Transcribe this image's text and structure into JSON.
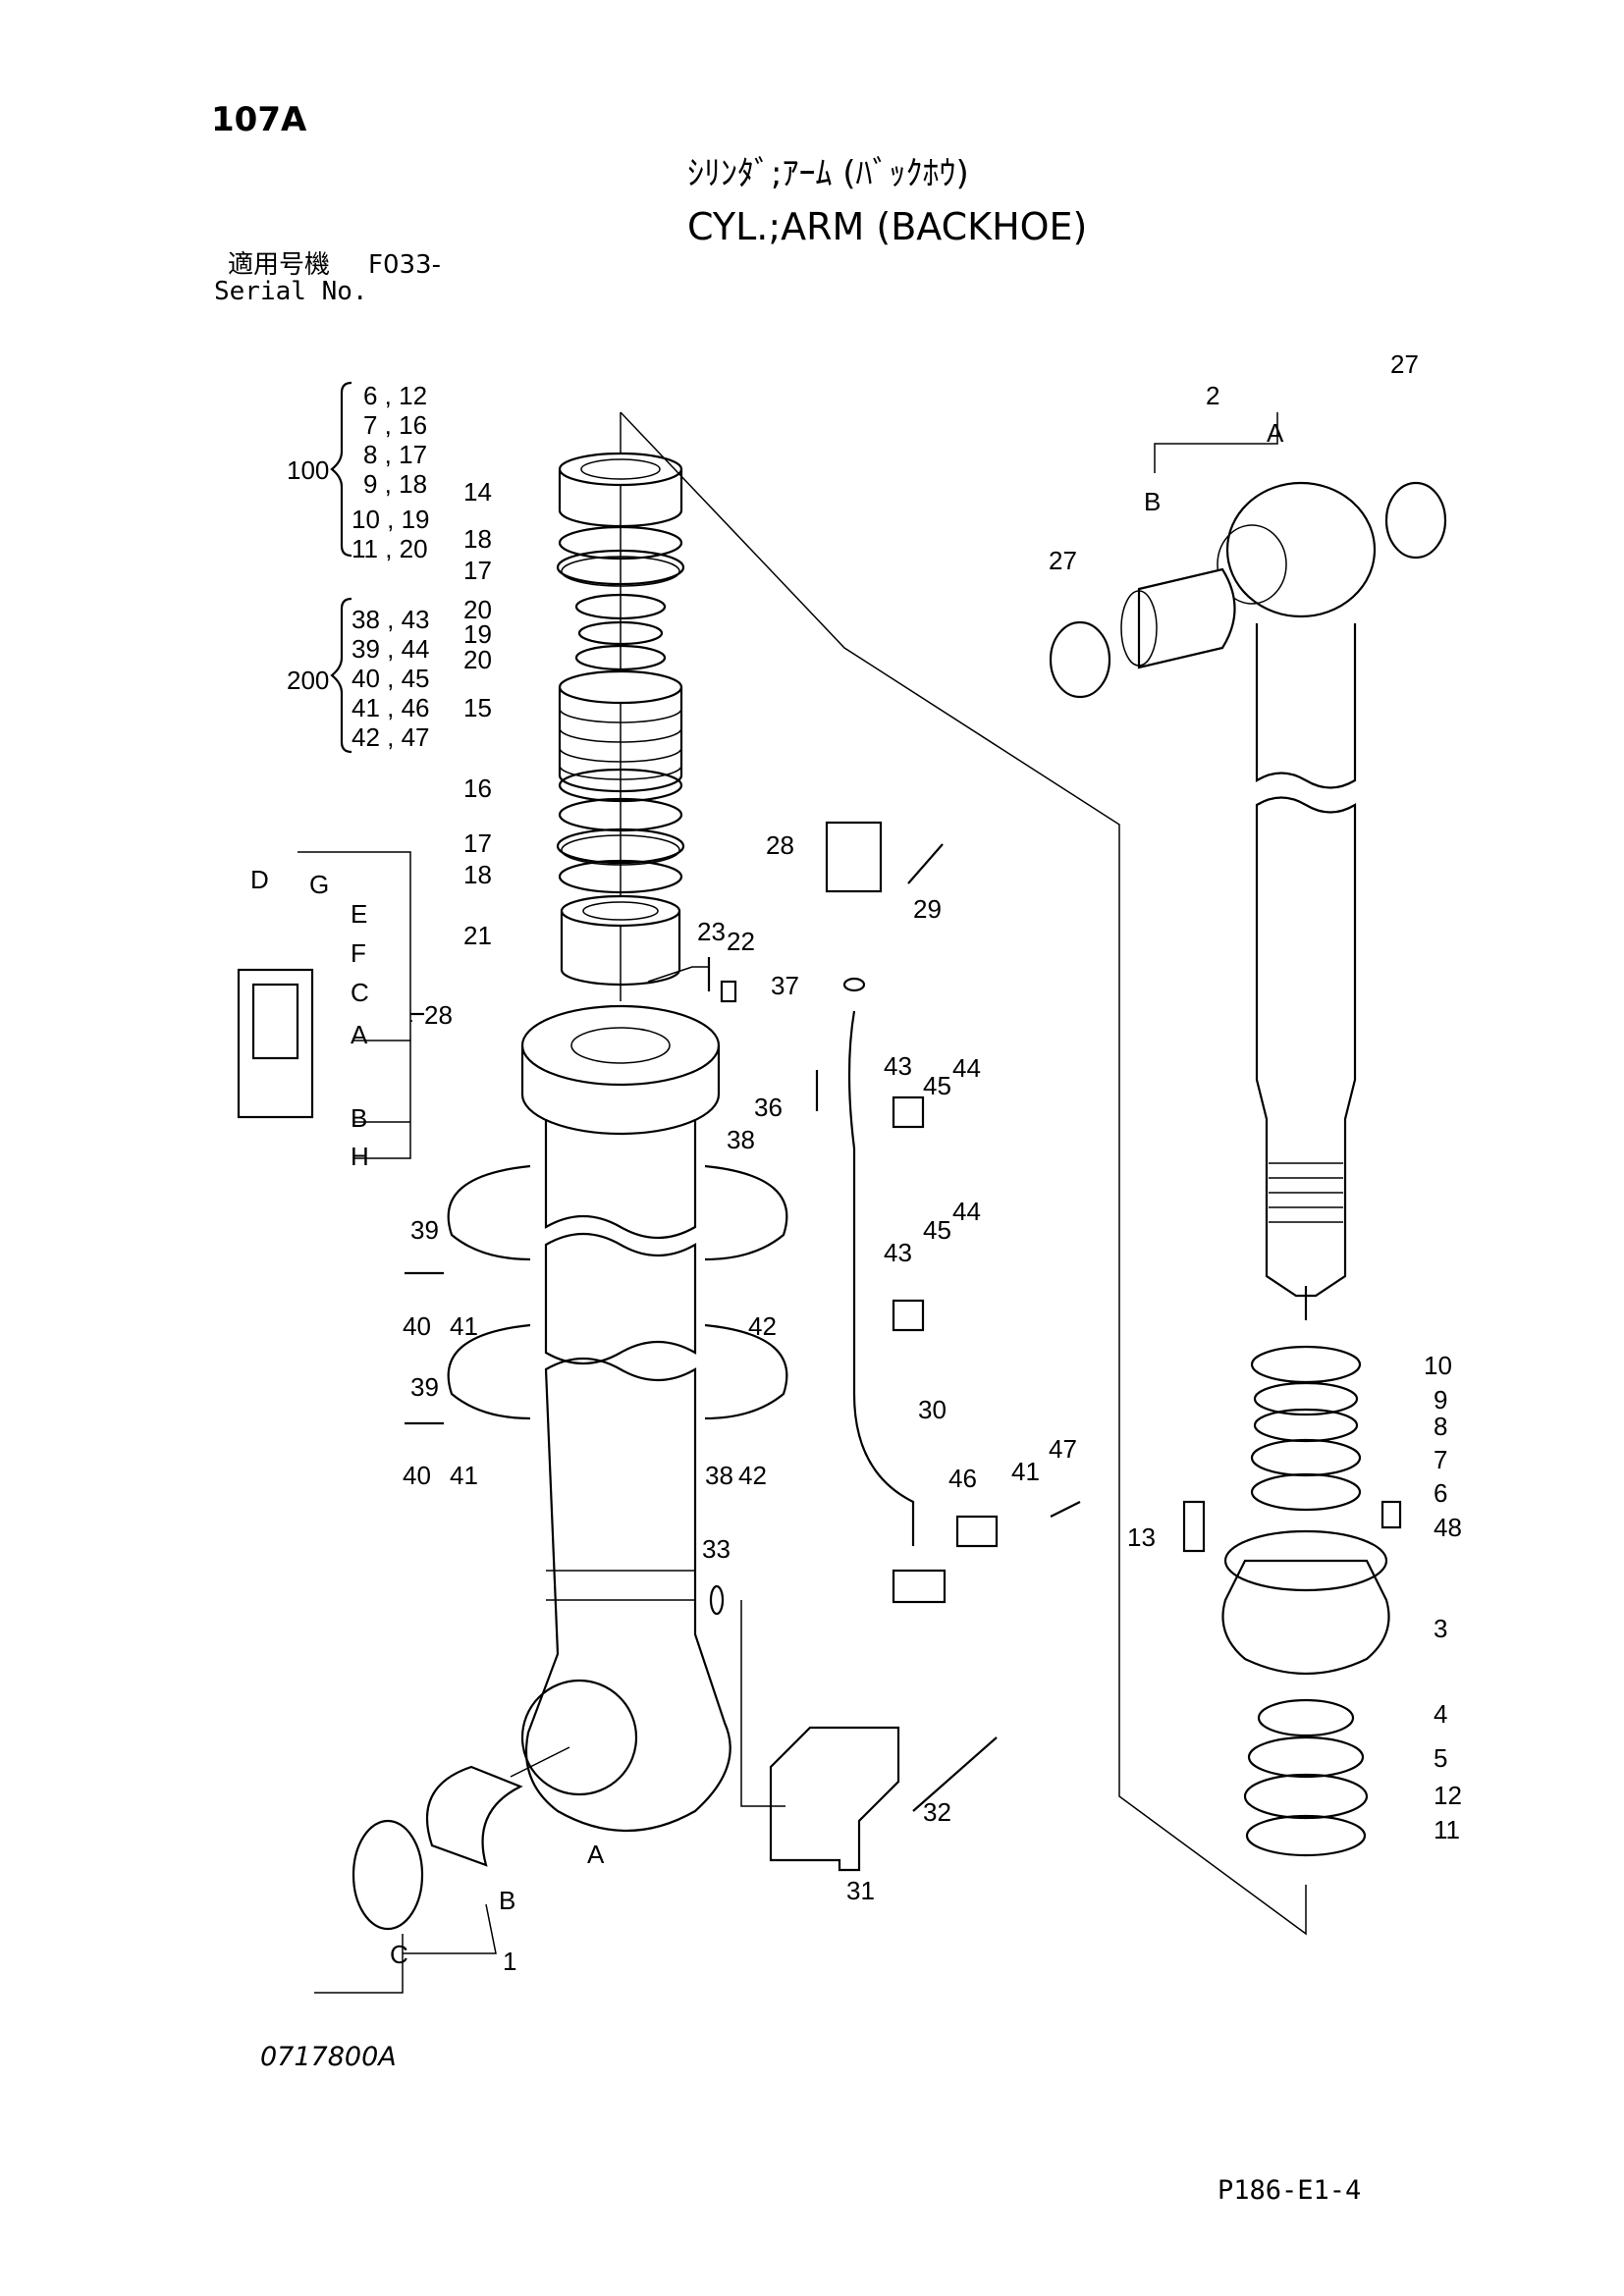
{
  "header": {
    "page_number": "107A",
    "title_jp": "ｼﾘﾝﾀﾞ;ｱｰﾑ (ﾊﾞｯｸﾎｳ)",
    "title_en": "CYL.;ARM (BACKHOE)",
    "serial_label_jp": "適用号機",
    "serial_value": "F033-",
    "serial_label_en": "Serial No."
  },
  "kits": {
    "kit_100": {
      "label": "100",
      "rows": [
        "6 , 12",
        "7 , 16",
        "8 , 17",
        "9 , 18",
        "10 , 19",
        "11 , 20"
      ]
    },
    "kit_200": {
      "label": "200",
      "rows": [
        "38 , 43",
        "39 , 44",
        "40 , 45",
        "41 , 46",
        "42 , 47"
      ]
    }
  },
  "callouts": {
    "p1": "1",
    "p2": "2",
    "p3": "3",
    "p4": "4",
    "p5": "5",
    "p6": "6",
    "p7": "7",
    "p8": "8",
    "p9": "9",
    "p10": "10",
    "p11": "11",
    "p12": "12",
    "p13": "13",
    "p14": "14",
    "p15": "15",
    "p16": "16",
    "p17a": "17",
    "p17b": "17",
    "p18a": "18",
    "p18b": "18",
    "p19": "19",
    "p20a": "20",
    "p20b": "20",
    "p21": "21",
    "p22": "22",
    "p23": "23",
    "p27a": "27",
    "p27b": "27",
    "p28": "28",
    "p28_label": "28",
    "p29": "29",
    "p30": "30",
    "p31": "31",
    "p32": "32",
    "p33": "33",
    "p36": "36",
    "p37": "37",
    "p38a": "38",
    "p38b": "38",
    "p39a": "39",
    "p39b": "39",
    "p40a": "40",
    "p40b": "40",
    "p41a": "41",
    "p41b": "41",
    "p41c": "41",
    "p42a": "42",
    "p42b": "42",
    "p43a": "43",
    "p43b": "43",
    "p44a": "44",
    "p44b": "44",
    "p45a": "45",
    "p45b": "45",
    "p46": "46",
    "p47": "47",
    "p48": "48"
  },
  "letters": {
    "rod_A": "A",
    "rod_B": "B",
    "tube_A": "A",
    "tube_B": "B",
    "tube_C": "C",
    "valve_D": "D",
    "valve_G": "G",
    "valve_E": "E",
    "valve_F": "F",
    "valve_C": "C",
    "valve_A": "A",
    "valve_B": "B",
    "valve_H": "H"
  },
  "footer": {
    "drawing_number": "0717800A",
    "page_code": "P186-E1-4"
  }
}
